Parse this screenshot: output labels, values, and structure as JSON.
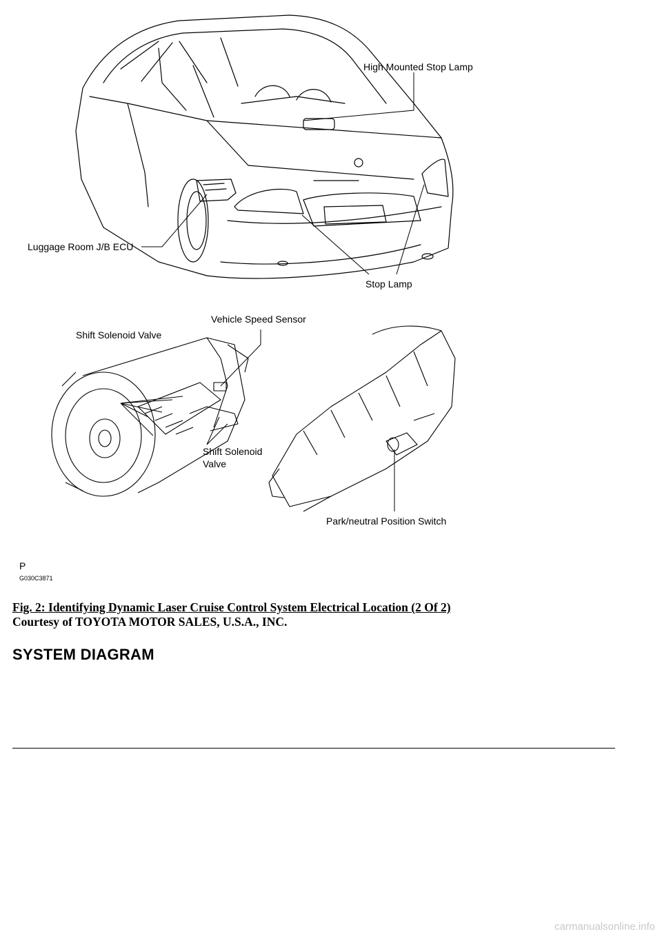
{
  "figure": {
    "labels": {
      "high_mounted_stop_lamp": "High Mounted Stop Lamp",
      "luggage_room_jb_ecu": "Luggage Room J/B ECU",
      "stop_lamp": "Stop Lamp",
      "vehicle_speed_sensor": "Vehicle Speed Sensor",
      "shift_solenoid_valve_top": "Shift Solenoid Valve",
      "shift_solenoid_valve_bottom_line1": "Shift Solenoid",
      "shift_solenoid_valve_bottom_line2": "Valve",
      "park_neutral_position_switch": "Park/neutral Position Switch"
    },
    "marker": "P",
    "code": "G030C3871"
  },
  "caption": "Fig. 2: Identifying Dynamic Laser Cruise Control System Electrical Location (2 Of 2)",
  "courtesy": "Courtesy of TOYOTA MOTOR SALES, U.S.A., INC.",
  "section_heading": "SYSTEM DIAGRAM",
  "watermark": "carmanualsonline.info"
}
